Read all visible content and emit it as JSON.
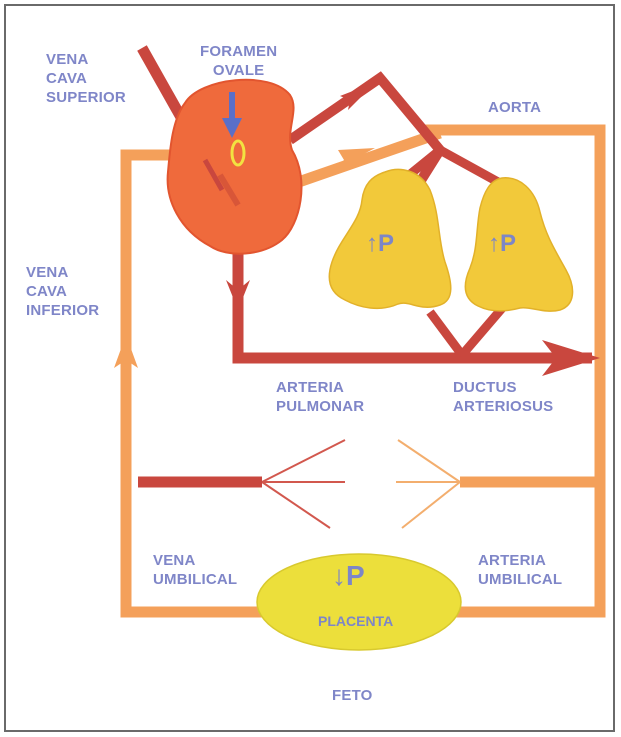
{
  "labels": {
    "vena_cava_superior": "VENA\nCAVA\nSUPERIOR",
    "foramen_ovale": "FORAMEN\nOVALE",
    "aorta": "AORTA",
    "vena_cava_inferior": "VENA\nCAVA\nINFERIOR",
    "arteria_pulmonar": "ARTERIA\nPULMONAR",
    "ductus_arteriosus": "DUCTUS\nARTERIOSUS",
    "vena_umbilical": "VENA\nUMBILICAL",
    "arteria_umbilical": "ARTERIA\nUMBILICAL",
    "placenta": "PLACENTA",
    "feto": "FETO"
  },
  "lung_left": {
    "arrow": "↑",
    "letter": "P"
  },
  "lung_right": {
    "arrow": "↑",
    "letter": "P"
  },
  "placenta_pressure": {
    "arrow": "↓",
    "letter": "P"
  },
  "colors": {
    "oxygenated": "#f4a05a",
    "deoxygenated": "#c9473e",
    "heart": "#ef6a3c",
    "lung": "#f2c93a",
    "placenta": "#ecdf3b",
    "label": "#7f86c8"
  }
}
